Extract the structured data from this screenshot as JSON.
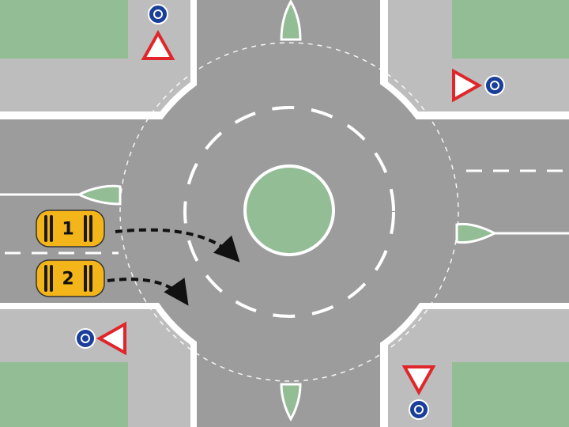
{
  "scene": {
    "colors": {
      "road": "#9c9c9c",
      "sidewalk": "#bdbdbd",
      "grass": "#93bd94",
      "curb": "#ffffff",
      "island": "#93bd94",
      "car_body": "#f4b51a",
      "car_stripe": "#1a1a1a",
      "sign_red": "#e0262a",
      "sign_blue": "#1a3f9a"
    },
    "vehicles": [
      {
        "id": "car-1",
        "label": "1",
        "lane": "left"
      },
      {
        "id": "car-2",
        "label": "2",
        "lane": "right"
      }
    ],
    "signs": [
      {
        "type": "give-way",
        "corner": "top-left"
      },
      {
        "type": "roundabout",
        "corner": "top-left"
      },
      {
        "type": "give-way",
        "corner": "top-right"
      },
      {
        "type": "roundabout",
        "corner": "top-right"
      },
      {
        "type": "give-way",
        "corner": "bottom-left"
      },
      {
        "type": "roundabout",
        "corner": "bottom-left"
      },
      {
        "type": "give-way",
        "corner": "bottom-right"
      },
      {
        "type": "roundabout",
        "corner": "bottom-right"
      }
    ]
  }
}
